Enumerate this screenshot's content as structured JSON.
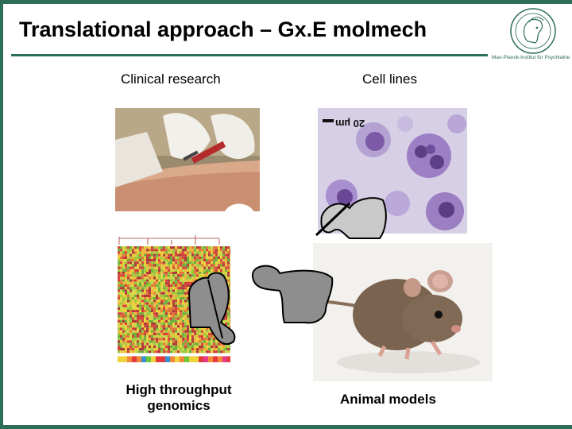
{
  "slide": {
    "title": "Translational approach – Gx.E molmech",
    "logo_text": "Max-Planck-Institut für Psychiatrie"
  },
  "quadrants": {
    "clinical": {
      "label": "Clinical research"
    },
    "cells": {
      "label": "Cell lines",
      "scale_label": "20 µm"
    },
    "genomics": {
      "label_line1": "High throughput",
      "label_line2": "genomics"
    },
    "animal": {
      "label": "Animal models"
    }
  },
  "colors": {
    "accent": "#2d6e5a",
    "connector_fill": "#c9c9c9",
    "connector_dark": "#8a8a8a"
  }
}
